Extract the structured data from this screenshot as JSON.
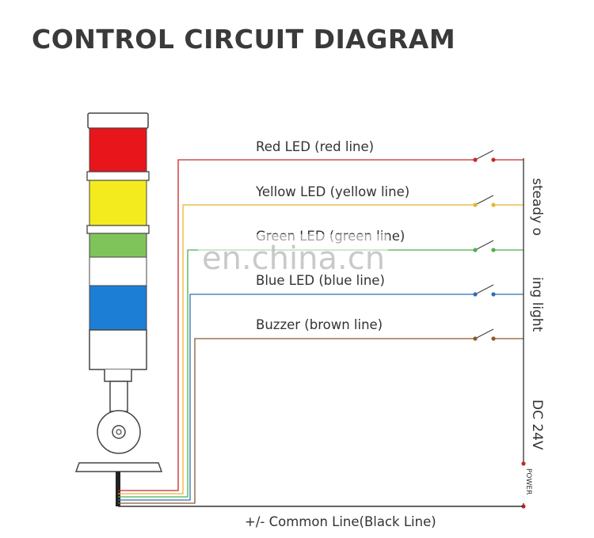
{
  "title": "CONTROL CIRCUIT DIAGRAM",
  "tower": {
    "segments": [
      {
        "name": "red",
        "color": "#e8151b"
      },
      {
        "name": "yellow",
        "color": "#f4eb1f"
      },
      {
        "name": "green",
        "color": "#7fc45a"
      },
      {
        "name": "blue",
        "color": "#1d7ed6"
      }
    ]
  },
  "wires": [
    {
      "label": "Red LED (red line)",
      "color": "#c8262a"
    },
    {
      "label": "Yellow LED (yellow line)",
      "color": "#e8b52a"
    },
    {
      "label": "Green LED (green line)",
      "color": "#4caf50"
    },
    {
      "label": "Blue LED (blue line)",
      "color": "#2b6fb3"
    },
    {
      "label": "Buzzer (brown line)",
      "color": "#8b5a2b"
    }
  ],
  "side": {
    "top": "steady o",
    "middle": "ing light",
    "bottom": "DC 24V",
    "power": "POWER"
  },
  "common_line": "+/- Common Line(Black Line)",
  "watermark": "en.china.cn"
}
